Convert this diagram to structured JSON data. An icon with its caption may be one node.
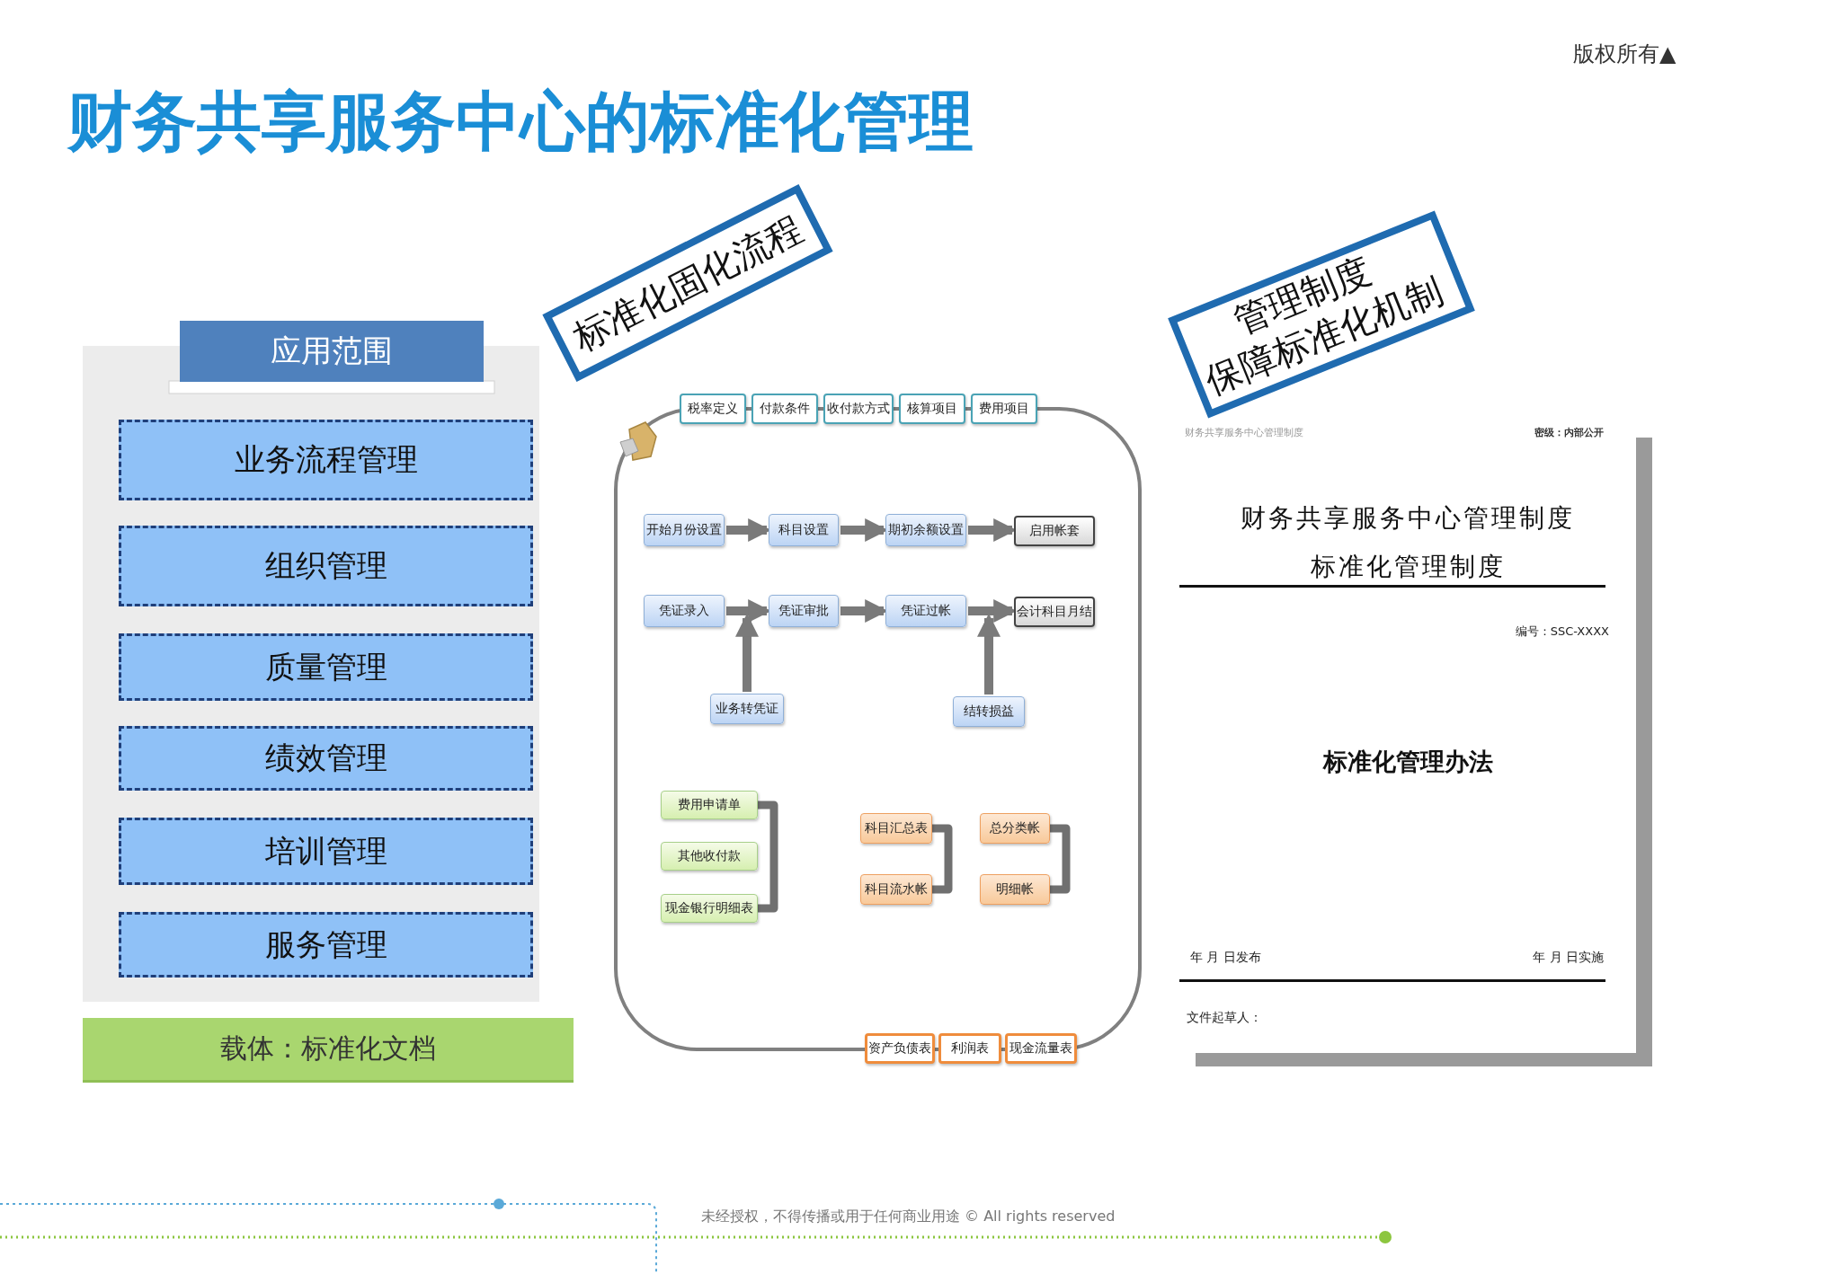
{
  "diagram": {
    "title": "财务共享服务中心的标准化管理",
    "nodes": [
      {
        "text": [
          "应用范围"
        ]
      },
      {
        "text": [
          "业务流程管理"
        ]
      },
      {
        "text": [
          "组织管理"
        ]
      },
      {
        "text": [
          "质量管理"
        ]
      },
      {
        "text": [
          "绩效管理"
        ]
      },
      {
        "text": [
          "培训管理"
        ]
      },
      {
        "text": [
          "服务管理"
        ]
      },
      {
        "text": [
          "载体：标准化文档"
        ]
      },
      {
        "text": [
          "标准化固化流程"
        ]
      },
      {
        "text": [
          "税率定义"
        ]
      },
      {
        "text": [
          "付款条件"
        ]
      },
      {
        "text": [
          "收付款方式"
        ]
      },
      {
        "text": [
          "核算项目"
        ]
      },
      {
        "text": [
          "费用项目"
        ]
      },
      {
        "text": [
          "开始月份设置"
        ]
      },
      {
        "text": [
          "科目设置"
        ]
      },
      {
        "text": [
          "期初余额设置"
        ]
      },
      {
        "text": [
          "启用帐套"
        ]
      },
      {
        "text": [
          "凭证录入"
        ]
      },
      {
        "text": [
          "凭证审批"
        ]
      },
      {
        "text": [
          "凭证过帐"
        ]
      },
      {
        "text": [
          "会计科目月结"
        ]
      },
      {
        "text": [
          "业务转凭证"
        ]
      },
      {
        "text": [
          "结转损益"
        ]
      },
      {
        "text": [
          "费用申请单"
        ]
      },
      {
        "text": [
          "其他收付款"
        ]
      },
      {
        "text": [
          "现金银行明细表"
        ]
      },
      {
        "text": [
          "科目汇总表"
        ]
      },
      {
        "text": [
          "科目流水帐"
        ]
      },
      {
        "text": [
          "总分类帐"
        ]
      },
      {
        "text": [
          "明细帐"
        ]
      },
      {
        "text": [
          "资产负债表"
        ]
      },
      {
        "text": [
          "利润表"
        ]
      },
      {
        "text": [
          "现金流量表"
        ]
      },
      {
        "text": [
          "财务共享服务中心管理制度",
          "密级：内部公开",
          "财务共享服务中心管理制度",
          "标准化管理制度",
          "编号：SSC-XXXX",
          "标准化管理办法",
          "年 月 日发布",
          "年 月 日实施",
          "文件起草人："
        ]
      },
      {
        "text": [
          "管理制度",
          "保障标准化机制"
        ]
      }
    ],
    "edges": [
      {
        "from": 14,
        "to": 15,
        "arrow": "to"
      },
      {
        "from": 15,
        "to": 16,
        "arrow": "to"
      },
      {
        "from": 16,
        "to": 17,
        "arrow": "to"
      },
      {
        "from": 18,
        "to": 19,
        "arrow": "to"
      },
      {
        "from": 19,
        "to": 20,
        "arrow": "to"
      },
      {
        "from": 20,
        "to": 21,
        "arrow": "to"
      },
      {
        "from": 22,
        "to": 19,
        "arrow": "to"
      },
      {
        "from": 23,
        "to": 21,
        "arrow": "to"
      }
    ],
    "labels": [
      "版权所有▲",
      "未经授权，不得传播或用于任何商业用途 © All rights reserved"
    ]
  }
}
